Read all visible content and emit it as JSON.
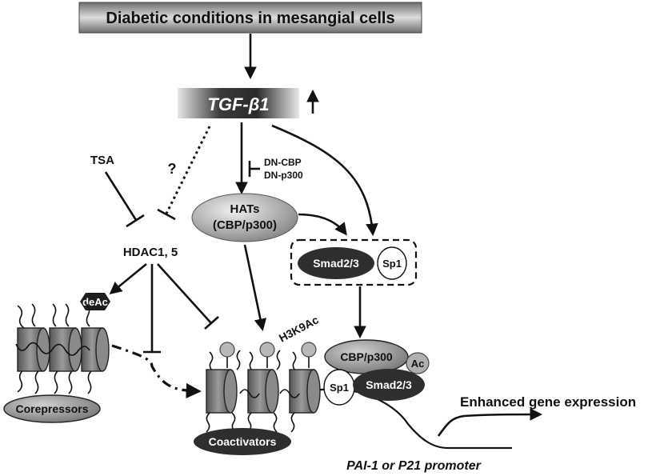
{
  "header": {
    "title": "Diabetic conditions in mesangial cells"
  },
  "tgf": {
    "label": "TGF-β1",
    "up_arrow": "up-arrow-icon"
  },
  "treatments": {
    "tsa": "TSA",
    "question": "?",
    "dn_cbp": "DN-CBP",
    "dn_p300": "DN-p300"
  },
  "nodes": {
    "hats_line1": "HATs",
    "hats_line2": "(CBP/p300)",
    "hdac": "HDAC1, 5",
    "smad_box": "Smad2/3",
    "sp1_box": "Sp1",
    "deac": "deAc",
    "corepressors": "Corepressors",
    "coactivators": "Coactivators",
    "h3k9ac": "H3K9Ac",
    "complex_cbp": "CBP/p300",
    "complex_ac": "Ac",
    "complex_sp1": "Sp1",
    "complex_smad": "Smad2/3"
  },
  "output": {
    "expression": "Enhanced gene expression",
    "promoter": "PAI-1 or P21 promoter"
  },
  "colors": {
    "dark": "#2b2b2b",
    "mid": "#7a7a7a",
    "light": "#c8c8c8",
    "line": "#111111"
  }
}
